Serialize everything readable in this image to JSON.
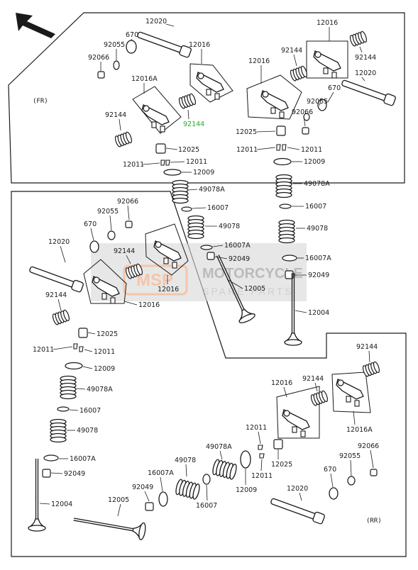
{
  "diagram": {
    "corner_labels": {
      "front": "(FR)",
      "rear": "(RR)"
    },
    "watermark": {
      "logo": "MSP",
      "line1": "MOTORCYCLE",
      "line2": "SPARE PARTS"
    },
    "colors": {
      "line": "#1a1a1a",
      "part_fill": "#ffffff",
      "highlight": "#2aa82a",
      "watermark_orange": "#f0a070",
      "watermark_grey": "#b0b0b0"
    },
    "callouts": {
      "fr_rocker_left": {
        "p12020": "12020",
        "p670": "670",
        "p92055": "92055",
        "p92066": "92066",
        "p12016A": "12016A",
        "p12016": "12016",
        "p92144_a": "92144",
        "p92144_b": "92144"
      },
      "fr_rocker_right": {
        "p12016_a": "12016",
        "p12016_b": "12016",
        "p92144_a": "92144",
        "p92144_b": "92144",
        "p12020": "12020",
        "p670": "670",
        "p92055": "92055",
        "p92066": "92066"
      },
      "fr_valve_left": {
        "p12025": "12025",
        "p12011_a": "12011",
        "p12011_b": "12011",
        "p12009": "12009",
        "p49078A": "49078A",
        "p16007": "16007",
        "p49078": "49078",
        "p16007A": "16007A",
        "p92049": "92049",
        "p12005": "12005"
      },
      "fr_valve_right": {
        "p12025": "12025",
        "p12011_a": "12011",
        "p12011_b": "12011",
        "p12009": "12009",
        "p49078A": "49078A",
        "p16007": "16007",
        "p49078": "49078",
        "p16007A": "16007A",
        "p92049": "92049",
        "p12004": "12004"
      },
      "rr_left": {
        "p92066": "92066",
        "p92055": "92055",
        "p670": "670",
        "p12020": "12020",
        "p92144_a": "92144",
        "p12016_a": "12016",
        "p92144_b": "92144",
        "p12016_b": "12016",
        "p12025": "12025",
        "p12011_a": "12011",
        "p12011_b": "12011",
        "p12009": "12009",
        "p49078A": "49078A",
        "p16007": "16007",
        "p49078": "49078",
        "p16007A": "16007A",
        "p92049": "92049",
        "p12004": "12004"
      },
      "rr_bottom": {
        "p12005": "12005",
        "p92049": "92049",
        "p16007A": "16007A",
        "p49078": "49078",
        "p16007": "16007",
        "p49078A": "49078A",
        "p12009": "12009",
        "p12011_a": "12011",
        "p12011_b": "12011",
        "p12025": "12025",
        "p12016": "12016",
        "p92144_a": "92144",
        "p92144_b": "92144",
        "p12016A": "12016A",
        "p92066": "92066",
        "p92055": "92055",
        "p670": "670",
        "p12020": "12020"
      }
    }
  }
}
